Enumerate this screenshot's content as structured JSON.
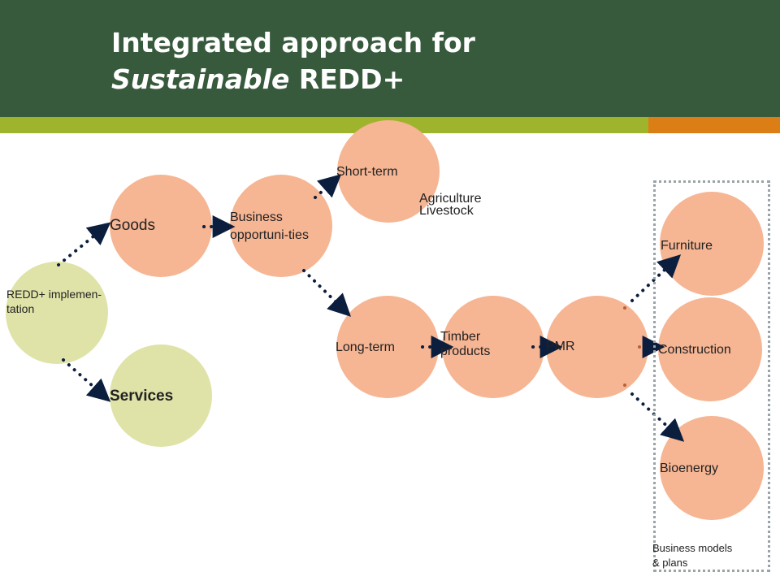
{
  "title": {
    "line1": "Integrated approach for",
    "line2_italic": "Sustainable",
    "line2_rest": " REDD+"
  },
  "colors": {
    "header": "#375a3c",
    "stripe_green": "#9fb42d",
    "stripe_orange": "#dc7e16",
    "node_orange": "#f6b593",
    "node_green": "#dfe3a8",
    "connector_blue": "#0c1e3e",
    "connector_orange": "#b5623a"
  },
  "nodes": {
    "redd": "REDD+ implemen-\ntation",
    "goods": "Goods",
    "services": "Services",
    "business": "Business\nopportuni-ties",
    "short_term": "Short-term",
    "agriculture": "Agriculture",
    "livestock": "Livestock",
    "long_term": "Long-term",
    "timber": "Timber\nproducts",
    "pmr": "PMR",
    "furniture": "Furniture",
    "construction": "Construction",
    "bioenergy": "Bioenergy"
  },
  "box_caption": "Business models\n& plans"
}
